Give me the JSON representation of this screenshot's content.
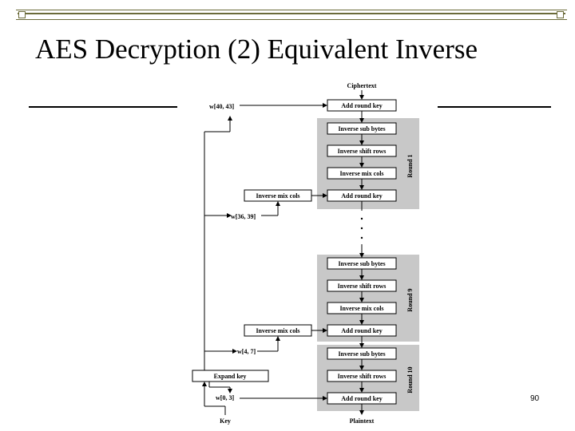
{
  "slide": {
    "title": "AES Decryption (2) Equivalent Inverse",
    "page_number": "90"
  },
  "diagram": {
    "top_input": "Ciphertext",
    "bottom_output": "Plaintext",
    "key_label": "Key",
    "expand_key": "Expand key",
    "add_round_key": "Add round key",
    "inverse_sub_bytes": "Inverse sub bytes",
    "inverse_shift_rows": "Inverse shift rows",
    "inverse_mix_cols": "Inverse mix cols",
    "key_words": [
      "w[40, 43]",
      "w[36, 39]",
      "w[4, 7]",
      "w[0, 3]"
    ],
    "round_labels": [
      "Round 1",
      "Round 9",
      "Round 10"
    ],
    "ellipsis": "•\n•\n•"
  },
  "colors": {
    "round_band": "#c8c8c8",
    "box_fill": "#ffffff",
    "stroke": "#000000",
    "accent_bar": "#6b6b3a"
  }
}
